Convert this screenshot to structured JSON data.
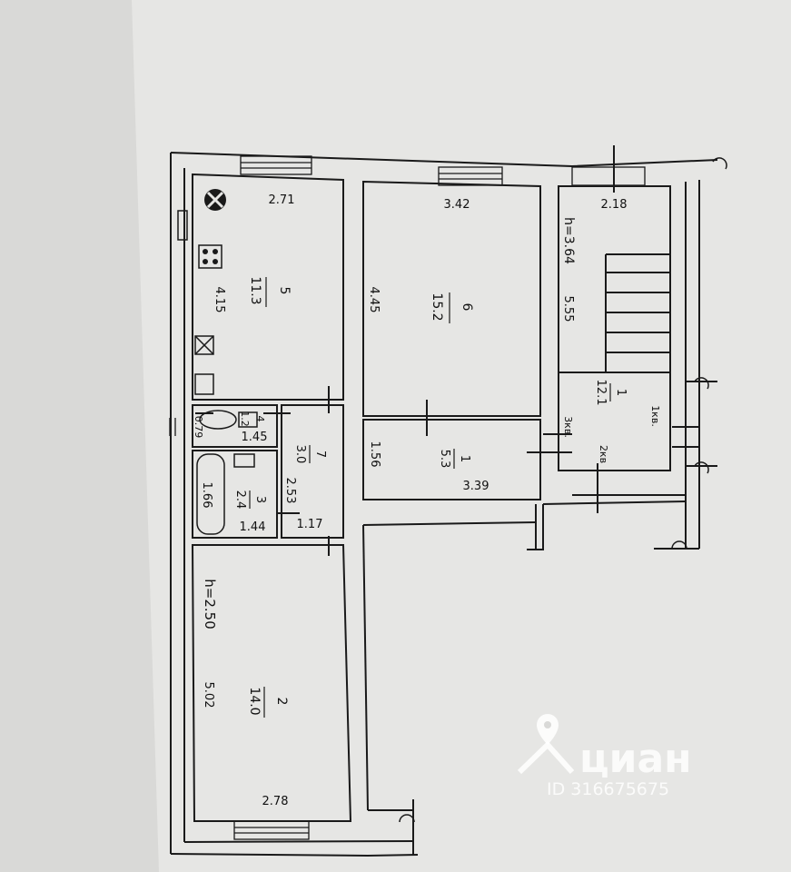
{
  "labels": {
    "k_w": "2.71",
    "k_h": "4.15",
    "k_no": "5",
    "k_area": "11.3",
    "r6_w": "3.42",
    "r6_h": "4.45",
    "r6_no": "6",
    "r6_area": "15.2",
    "st_w": "2.18",
    "st_ht": "h=3.64",
    "st_len": "5.55",
    "h1_no": "1",
    "h1_area": "12.1",
    "kv1": "1кв.",
    "kv2": "2кв",
    "kv3": "3кв.",
    "wc_no": "4",
    "wc_area": "1.2",
    "wc_w": "1.45",
    "wc_h": "0.79",
    "c7_no": "7",
    "c7_area": "3.0",
    "c7_h": "2.53",
    "c7_w": "1.17",
    "bath_no": "3",
    "bath_area": "2.4",
    "bath_h": "1.66",
    "bath_w": "1.44",
    "r1_no": "1",
    "r1_area": "5.3",
    "r1_h": "1.56",
    "r1_w": "3.39",
    "r2_ht": "h=2.50",
    "r2_h": "5.02",
    "r2_no": "2",
    "r2_area": "14.0",
    "r2_w": "2.78"
  },
  "watermark": {
    "brand": "циан",
    "id": "ID 316675675"
  },
  "colors": {
    "background": "#d9d9d7",
    "paper": "#ececea",
    "ink": "#1a1a1a",
    "watermark": "#ffffff"
  }
}
